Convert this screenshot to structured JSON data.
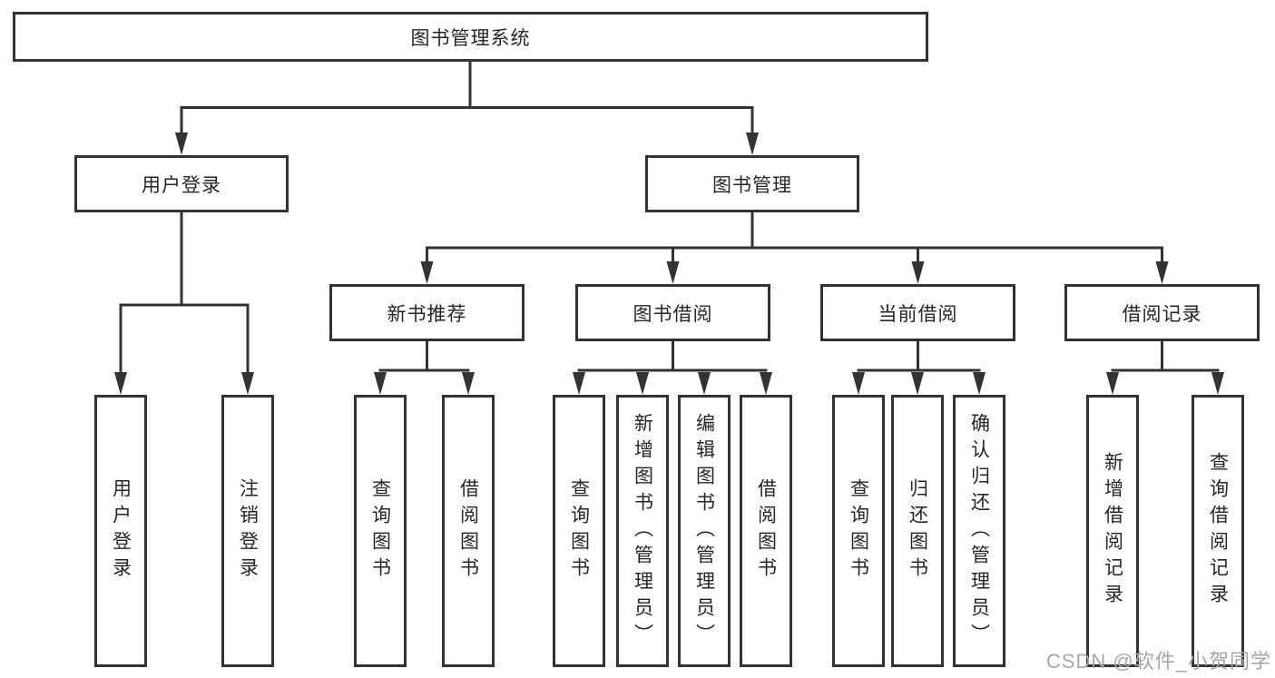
{
  "diagram": {
    "root": {
      "label": "图书管理系统"
    },
    "level1": [
      {
        "label": "用户登录"
      },
      {
        "label": "图书管理"
      }
    ],
    "level2": [
      {
        "label": "新书推荐"
      },
      {
        "label": "图书借阅"
      },
      {
        "label": "当前借阅"
      },
      {
        "label": "借阅记录"
      }
    ],
    "leaves": [
      {
        "label": "用户登录"
      },
      {
        "label": "注销登录"
      },
      {
        "label": "查询图书"
      },
      {
        "label": "借阅图书"
      },
      {
        "label": "查询图书"
      },
      {
        "label": "新增图书（管理员）"
      },
      {
        "label": "编辑图书（管理员）"
      },
      {
        "label": "借阅图书"
      },
      {
        "label": "查询图书"
      },
      {
        "label": "归还图书"
      },
      {
        "label": "确认归还（管理员）"
      },
      {
        "label": "新增借阅记录"
      },
      {
        "label": "查询借阅记录"
      }
    ],
    "watermark": "CSDN @软件_小贺同学",
    "colors": {
      "line": "#333333",
      "text": "#262626",
      "watermark": "#a6a6a6",
      "background": "#ffffff"
    }
  }
}
